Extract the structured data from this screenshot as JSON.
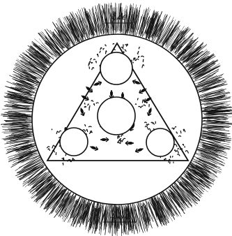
{
  "figure": {
    "top_scribble": "ℒ𝓀ℯ",
    "bottom_scribble": "ℒ𝓂ℯ",
    "colors": {
      "ink": "#111111",
      "paper": "#ffffff"
    },
    "elements": {
      "outer_halo": "radiating-hatched-halo",
      "inner_disc": "inner-white-disc",
      "triangle": "central-triangle",
      "circles": [
        "top-circle",
        "center-circle",
        "left-circle",
        "right-circle"
      ],
      "decorations": [
        "scattered-arrow-marks",
        "foliage-scribbles"
      ]
    }
  }
}
